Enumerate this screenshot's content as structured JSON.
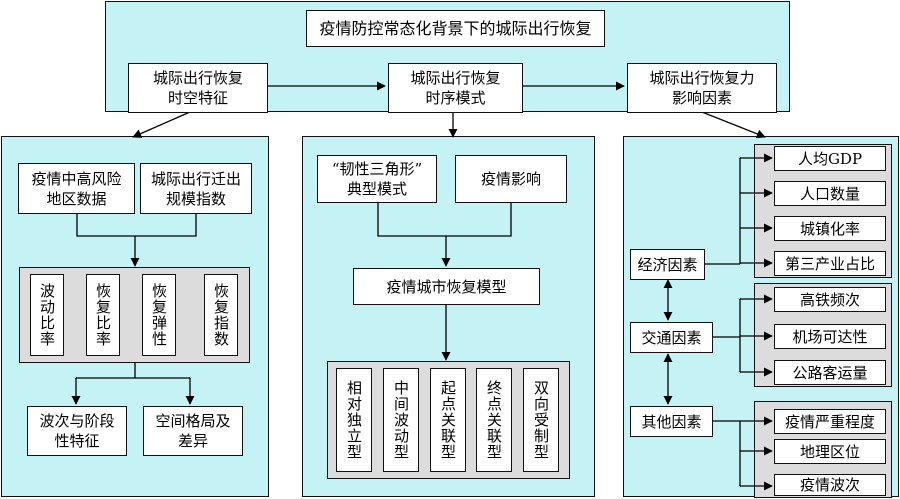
{
  "top": {
    "title": "疫情防控常态化背景下的城际出行恢复",
    "spatial_features": "城际出行恢复\n时空特征",
    "temporal_mode": "城际出行恢复\n时序模式",
    "influence_factors": "城际出行恢复力\n影响因素"
  },
  "left": {
    "risk_area_data": "疫情中高风险\n地区数据",
    "migration_index": "城际出行迁出\n规模指数",
    "metrics": [
      "波动比率",
      "恢复比率",
      "恢复弹性",
      "恢复指数"
    ],
    "wave_stage": "波次与阶段\n性特征",
    "spatial_pattern": "空间格局及\n差异"
  },
  "middle": {
    "resilience_triangle": "“韧性三角形”\n典型模式",
    "epidemic_impact": "疫情影响",
    "recovery_model": "疫情城市恢复模型",
    "modes": [
      "相对独立型",
      "中间波动型",
      "起点关联型",
      "终点关联型",
      "双向受制型"
    ]
  },
  "right": {
    "economic": "经济因素",
    "economic_items": [
      "人均GDP",
      "人口数量",
      "城镇化率",
      "第三产业占比"
    ],
    "transport": "交通因素",
    "transport_items": [
      "高铁频次",
      "机场可达性",
      "公路客运量"
    ],
    "other": "其他因素",
    "other_items": [
      "疫情严重程度",
      "地理区位",
      "疫情波次"
    ]
  }
}
